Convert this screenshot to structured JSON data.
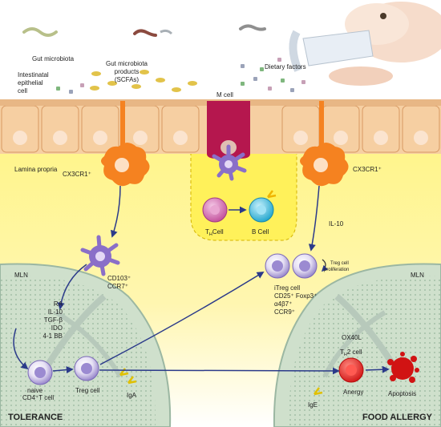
{
  "labels": {
    "gut_microbiota": "Gut microbiota",
    "intestinal_epithelial_cell": [
      "Intestinatal",
      "epithelial",
      "cell"
    ],
    "scfa": [
      "Gut microbiota",
      "products",
      "(SCFAs)"
    ],
    "dietary_factors": "Dietary factors",
    "m_cell": "M cell",
    "lamina_propria": "Lamina propria",
    "cx3cr1_left": "CX3CR1⁺",
    "cx3cr1_right": "CX3CR1⁺",
    "th_cell": "T",
    "th_sub": "H",
    "th_suffix": "Cell",
    "b_cell": "B Cell",
    "il10": "IL-10",
    "cd103": [
      "CD103⁺",
      "CCR7⁺"
    ],
    "treg_prolif": [
      "Treg cell",
      "proliferation"
    ],
    "itreg": [
      "iTreg cell",
      "CD25⁺ Foxp3⁺",
      "α4β7⁺",
      "CCR9⁺"
    ],
    "mln_left": "MLN",
    "mln_right": "MLN",
    "factors": [
      "RA",
      "IL-10",
      "TGF-β",
      "IDO",
      "4-1 BB"
    ],
    "naive": [
      "naive",
      "CD4⁺T cell"
    ],
    "treg_cell": "Treg cell",
    "iga": "IgA",
    "ox40l": "OX40L",
    "th2": "T",
    "th2_sub": "H",
    "th2_suffix": "2 cell",
    "anergy": "Anergy",
    "apoptosis": "Apoptosis",
    "ige": "IgE",
    "tolerance": "TOLERANCE",
    "food_allergy": "FOOD ALLERGY"
  },
  "colors": {
    "epithelium": "#f3c596",
    "lamina": "#fff38a",
    "mln_fill": "#cfe0cc",
    "m_cell": "#b5174e",
    "macrophage": "#f58220",
    "dendritic": "#8a6fc8",
    "th_cell": "#d36aad",
    "b_cell": "#2eb3d6",
    "treg": "#9b8ad1",
    "arrow": "#2b3a8a",
    "anergy": "#e41e24"
  }
}
